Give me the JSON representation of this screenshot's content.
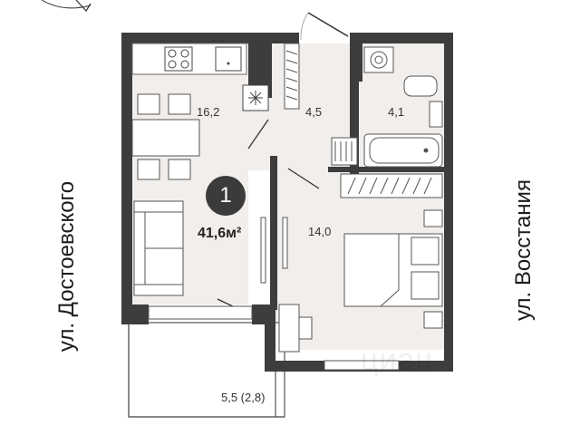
{
  "streets": {
    "left": "ул. Достоевского",
    "right": "ул. Восстания"
  },
  "rooms": {
    "kitchen_living": "16,2",
    "hallway": "4,5",
    "bathroom": "4,1",
    "bedroom": "14,0",
    "balcony": "5,5 (2,8)"
  },
  "apartment": {
    "room_count": "1",
    "total_area": "41,6м²"
  },
  "watermark": "циан",
  "colors": {
    "floor": "#f1eeec",
    "wall": "#3d3d3d",
    "badge": "#3b3b3b"
  }
}
